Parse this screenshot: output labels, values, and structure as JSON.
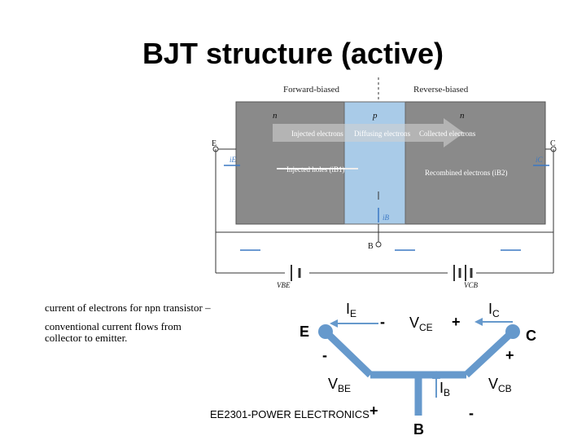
{
  "title": "BJT structure (active)",
  "figure": {
    "top_left_label": "Forward-biased",
    "top_right_label": "Reverse-biased",
    "region_n_left": "n",
    "region_p": "p",
    "region_n_right": "n",
    "injected_electrons": "Injected electrons",
    "diffusing_electrons": "Diffusing electrons",
    "collected_electrons": "Collected electrons",
    "injected_holes": "Injected holes (iB1)",
    "recombined_electrons": "Recombined electrons (iB2)",
    "terminal_e": "E",
    "terminal_c": "C",
    "terminal_b": "B",
    "current_ie": "iE",
    "current_ic": "iC",
    "current_ib": "iB",
    "voltage_vbe": "VBE",
    "voltage_vcb": "VCB",
    "plus": "+",
    "minus": "−"
  },
  "notes": {
    "line1": "current of electrons for npn transistor –",
    "line2": "conventional current flows from collector to emitter."
  },
  "circuit": {
    "ie": "I",
    "ie_sub": "E",
    "ic": "I",
    "ic_sub": "C",
    "ib": "I",
    "ib_sub": "B",
    "vce": "V",
    "vce_sub": "CE",
    "vbe": "V",
    "vbe_sub": "BE",
    "vcb": "V",
    "vcb_sub": "CB",
    "node_e": "E",
    "node_c": "C",
    "node_b": "B",
    "minus": "-",
    "plus": "+"
  },
  "footer": "EE2301-POWER ELECTRONICS",
  "colors": {
    "accent_blue": "#3b78c4",
    "gray_block": "#8a8a8a",
    "p_region": "#a9cbe8"
  }
}
